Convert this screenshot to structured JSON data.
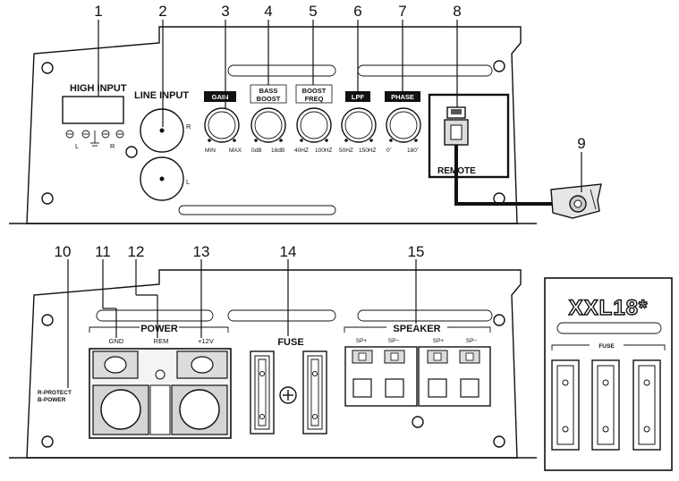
{
  "callouts": [
    "1",
    "2",
    "3",
    "4",
    "5",
    "6",
    "7",
    "8",
    "9",
    "10",
    "11",
    "12",
    "13",
    "14",
    "15"
  ],
  "top_panel": {
    "high_input": {
      "label": "HIGH INPUT",
      "left": "L",
      "right": "R"
    },
    "line_input": {
      "label": "LINE INPUT",
      "right": "R",
      "left": "L"
    },
    "controls": [
      {
        "tag": "GAIN",
        "min": "MIN",
        "max": "MAX"
      },
      {
        "tag": "BASS BOOST",
        "tag_line1": "BASS",
        "tag_line2": "BOOST",
        "min": "0dB",
        "max": "18dB"
      },
      {
        "tag": "BOOST FREQ",
        "tag_line1": "BOOST",
        "tag_line2": "FREQ",
        "min": "40HZ",
        "max": "100HZ"
      },
      {
        "tag": "LPF",
        "min": "50HZ",
        "max": "150HZ"
      },
      {
        "tag": "PHASE",
        "min": "0˚",
        "max": "180˚"
      }
    ],
    "remote": {
      "label": "REMOTE"
    }
  },
  "bottom_panel": {
    "power": {
      "label": "POWER",
      "gnd": "GND",
      "rem": "REM",
      "v12": "+12V"
    },
    "led": {
      "line1": "R-PROTECT",
      "line2": "B-POWER"
    },
    "fuse": {
      "label": "FUSE"
    },
    "speaker": {
      "label": "SPEAKER",
      "terminals": [
        "SP+",
        "SP−",
        "SP+",
        "SP−"
      ]
    }
  },
  "inset": {
    "model": "XXL18*",
    "fuse_label": "FUSE"
  }
}
